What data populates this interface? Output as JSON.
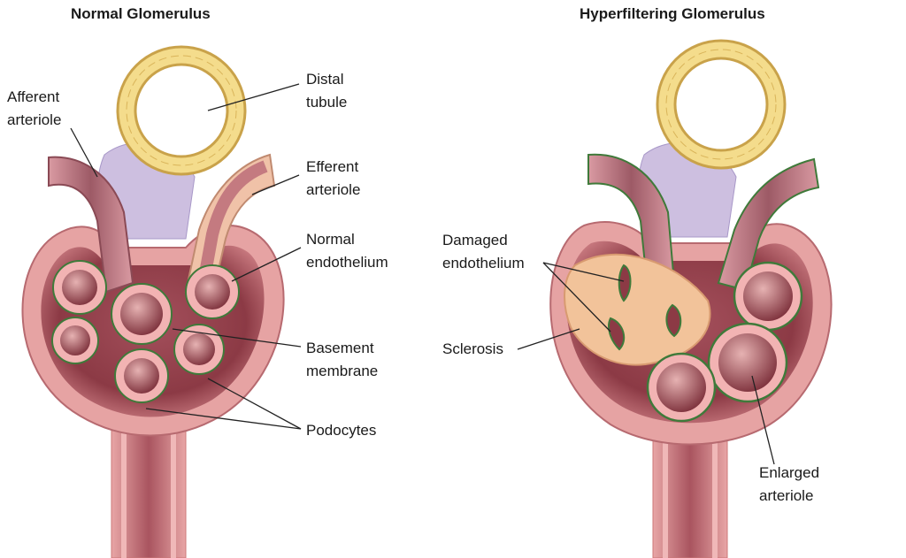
{
  "panels": {
    "left": {
      "title": "Normal Glomerulus",
      "labels": {
        "afferent": [
          "Afferent",
          "arteriole"
        ],
        "distal": [
          "Distal",
          "tubule"
        ],
        "efferent": [
          "Efferent",
          "arteriole"
        ],
        "normal_endo": [
          "Normal",
          "endothelium"
        ],
        "basement": [
          "Basement",
          "membrane"
        ],
        "podocytes": [
          "Podocytes"
        ]
      }
    },
    "right": {
      "title": "Hyperfiltering Glomerulus",
      "labels": {
        "damaged_endo": [
          "Damaged",
          "endothelium"
        ],
        "sclerosis": [
          "Sclerosis"
        ],
        "enlarged": [
          "Enlarged",
          "arteriole"
        ]
      }
    }
  },
  "colors": {
    "capsule": "#d98a8a",
    "capsule_inner": "#8c3a45",
    "vessel": "#b97380",
    "tubule": "#f4dc8c",
    "mesangial": "#cdbfe0",
    "sclerosis": "#f2c39a",
    "membrane": "#3f7a3a"
  }
}
